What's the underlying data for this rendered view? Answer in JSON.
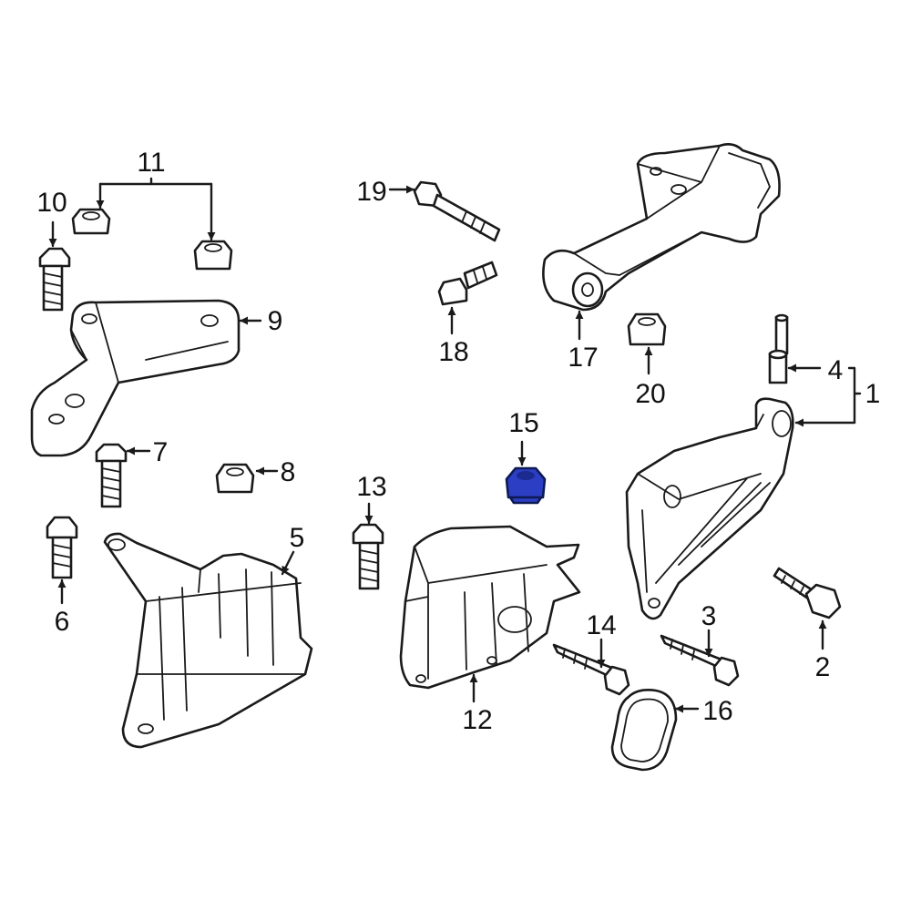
{
  "callouts": {
    "c1": "1",
    "c2": "2",
    "c3": "3",
    "c4": "4",
    "c5": "5",
    "c6": "6",
    "c7": "7",
    "c8": "8",
    "c9": "9",
    "c10": "10",
    "c11": "11",
    "c12": "12",
    "c13": "13",
    "c14": "14",
    "c15": "15",
    "c16": "16",
    "c17": "17",
    "c18": "18",
    "c19": "19",
    "c20": "20"
  },
  "colors": {
    "highlight": "#2c3fc4",
    "highlight_dark": "#1b2a8f",
    "ink": "#1a1a1a",
    "background": "#ffffff"
  }
}
